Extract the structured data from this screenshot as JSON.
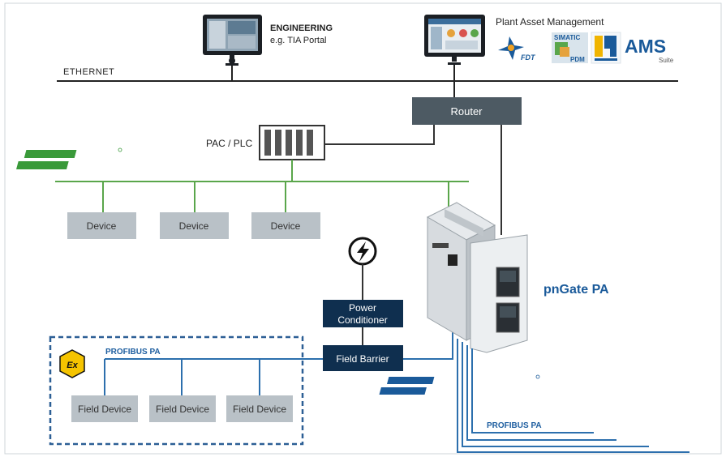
{
  "top": {
    "engineering_title": "ENGINEERING",
    "engineering_sub": "e.g. TIA Portal",
    "asset_title": "Plant Asset Management",
    "ethernet_label": "ETHERNET"
  },
  "logos": {
    "fdt": "FDT",
    "simatic_line1": "SIMATIC",
    "simatic_line2": "PDM",
    "ams_main": "AMS",
    "ams_sub": "Suite"
  },
  "network": {
    "router_label": "Router",
    "pac_label": "PAC / PLC",
    "devices": [
      "Device",
      "Device",
      "Device"
    ]
  },
  "gateway": {
    "name": "pnGate PA"
  },
  "power": {
    "conditioner_line1": "Power",
    "conditioner_line2": "Conditioner",
    "barrier_label": "Field Barrier"
  },
  "field": {
    "bus_label": "PROFIBUS PA",
    "devices": [
      "Field Device",
      "Field Device",
      "Field Device"
    ],
    "ex_symbol": "Ex"
  },
  "bottom": {
    "bus_label": "PROFIBUS PA"
  },
  "colors": {
    "dark_box": "#0f2f4f",
    "grey_box": "#4d5a63",
    "device_box": "#b9c1c7",
    "green_line": "#5aa64b",
    "blue_line": "#2c6fad",
    "profinet_green": "#3a9a3a",
    "brand_blue": "#1a5a9a"
  }
}
